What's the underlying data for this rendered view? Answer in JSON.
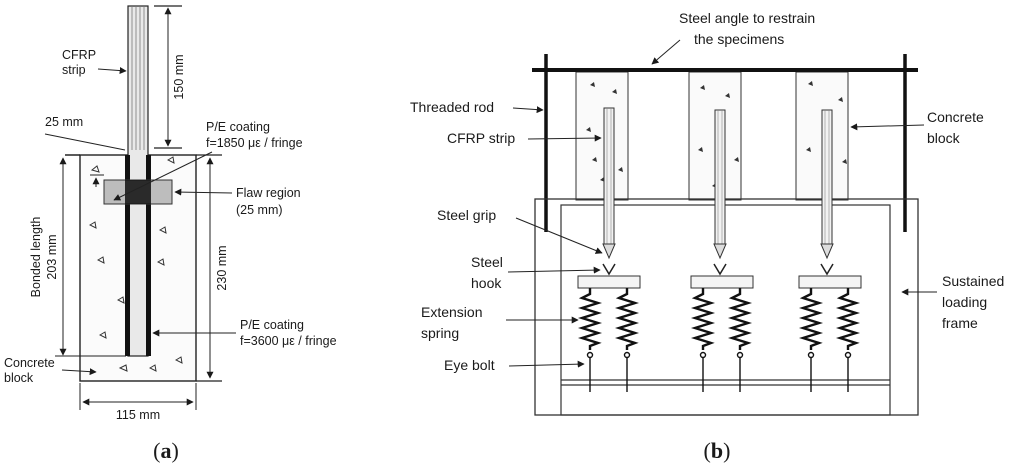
{
  "panel_a": {
    "labels": {
      "cfrp_strip_1": "CFRP",
      "cfrp_strip_2": "strip",
      "dim_150": "150 mm",
      "dim_25": "25 mm",
      "coating_top_1": "P/E coating",
      "coating_top_2": "f=1850 με / fringe",
      "flaw_1": "Flaw region",
      "flaw_2": "(25 mm)",
      "bonded_1": "Bonded length",
      "bonded_2": "203 mm",
      "dim_230": "230 mm",
      "coating_bot_1": "P/E coating",
      "coating_bot_2": "f=3600 με / fringe",
      "concrete_1": "Concrete",
      "concrete_2": "block",
      "dim_115": "115 mm"
    },
    "caption": {
      "open": "(",
      "letter": "a",
      "close": ")"
    }
  },
  "panel_b": {
    "labels": {
      "steel_angle_1": "Steel angle to restrain",
      "steel_angle_2": "the specimens",
      "threaded_rod": "Threaded rod",
      "cfrp_strip": "CFRP strip",
      "concrete_1": "Concrete",
      "concrete_2": "block",
      "steel_grip": "Steel grip",
      "steel_hook_1": "Steel",
      "steel_hook_2": "hook",
      "sustained_1": "Sustained",
      "sustained_2": "loading",
      "sustained_3": "frame",
      "extension_1": "Extension",
      "extension_2": "spring",
      "eye_bolt": "Eye bolt"
    },
    "caption": {
      "open": "(",
      "letter": "b",
      "close": ")"
    }
  }
}
